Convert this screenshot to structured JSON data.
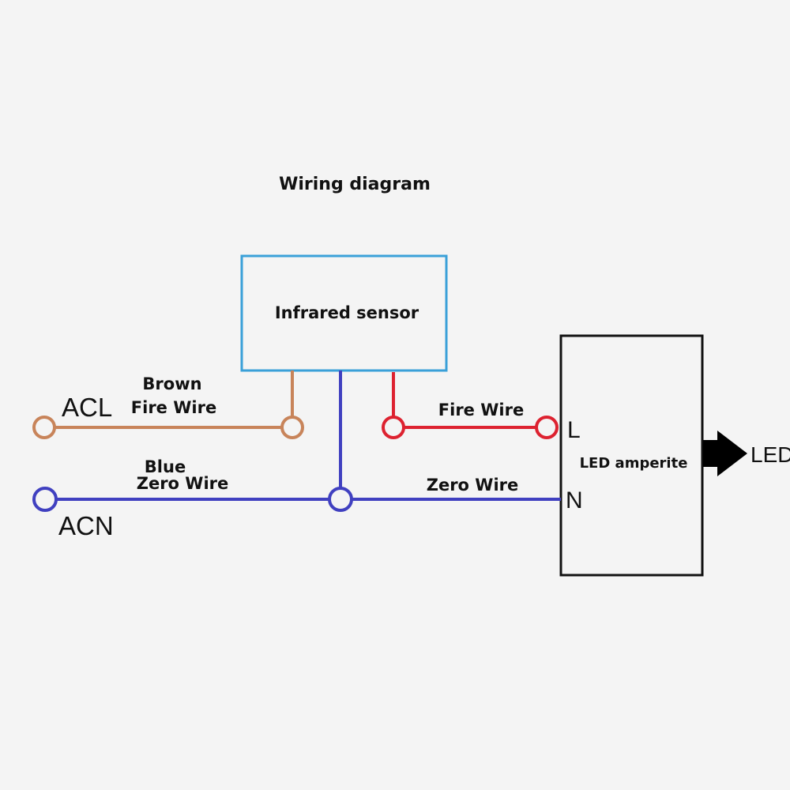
{
  "title": "Wiring diagram",
  "sensor": {
    "label": "Infrared sensor"
  },
  "driver": {
    "label": "LED amperite",
    "terminal_l": "L",
    "terminal_n": "N"
  },
  "output": {
    "label": "LED"
  },
  "inputs": {
    "live": "ACL",
    "neutral": "ACN"
  },
  "wires": {
    "brown_line1": "Brown",
    "brown_line2": "Fire Wire",
    "blue_line1": "Blue",
    "blue_line2": "Zero Wire",
    "fire": "Fire Wire",
    "zero": "Zero Wire"
  },
  "colors": {
    "brown": "#c8845a",
    "blue": "#4040c0",
    "red": "#dd2230",
    "sensor_border": "#3aa0d8",
    "driver_border": "#111111",
    "background": "#f4f4f4"
  }
}
